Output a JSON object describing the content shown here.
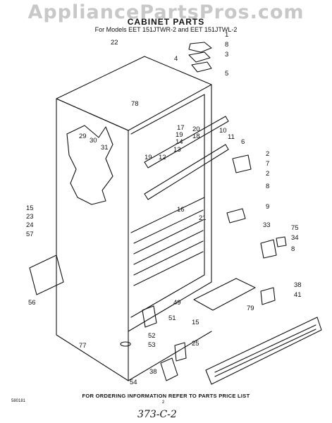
{
  "watermark": "AppliancePartsPros.com",
  "title": "CABINET PARTS",
  "subtitle": "For Models EET 151JTWR-2 and EET 151JTWL-2",
  "footer": "FOR ORDERING INFORMATION REFER TO PARTS PRICE LIST",
  "doc_id": "580181",
  "page_number": "2",
  "handwritten_note": "373-C-2",
  "callouts": [
    "22",
    "1",
    "8",
    "3",
    "4",
    "5",
    "78",
    "17",
    "19",
    "14",
    "13",
    "20",
    "18",
    "10",
    "11",
    "6",
    "2",
    "7",
    "2",
    "8",
    "29",
    "30",
    "31",
    "19",
    "12",
    "15",
    "23",
    "24",
    "57",
    "16",
    "21",
    "9",
    "33",
    "75",
    "34",
    "8",
    "56",
    "49",
    "51",
    "52",
    "53",
    "77",
    "15",
    "25",
    "79",
    "38",
    "41",
    "38",
    "54"
  ]
}
